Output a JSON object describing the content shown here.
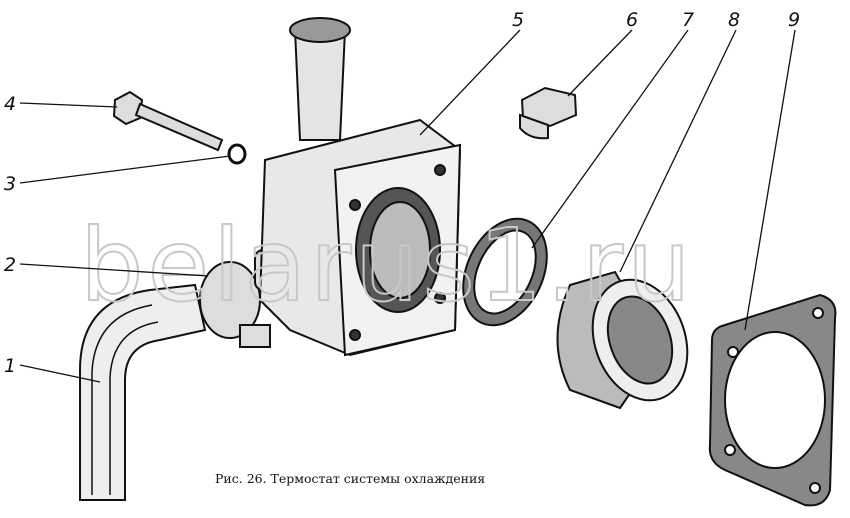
{
  "figure": {
    "caption": "Рис. 26. Термостат системы охлаждения",
    "watermark": "belarus1.ru",
    "callouts": [
      "1",
      "2",
      "3",
      "4",
      "5",
      "6",
      "7",
      "8",
      "9"
    ]
  }
}
